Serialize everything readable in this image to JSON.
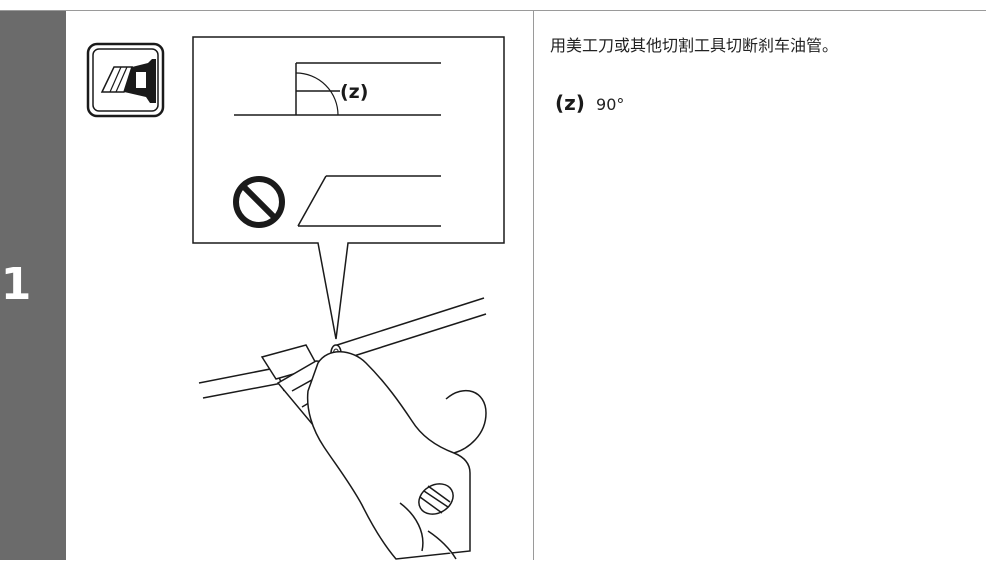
{
  "step": {
    "number": "1"
  },
  "illustration": {
    "callout_label": "(z)",
    "tool_icon": "utility-knife-icon",
    "prohibition_icon": "prohibited-icon"
  },
  "instructions": {
    "text": "用美工刀或其他切割工具切断刹车油管。",
    "callout_label": "(z)",
    "callout_value": "90°"
  }
}
